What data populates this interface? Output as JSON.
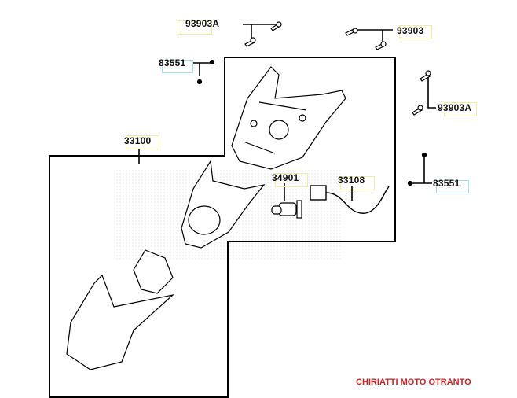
{
  "diagram": {
    "callouts": [
      {
        "part": "93903A",
        "highlight": "#f3ee9a"
      },
      {
        "part": "93903",
        "highlight": "#f3ee9a"
      },
      {
        "part": "83551",
        "highlight": "#9ee6ee"
      },
      {
        "part": "93903A",
        "highlight": "#f3ee9a"
      },
      {
        "part": "33100",
        "highlight": "#f3ee9a"
      },
      {
        "part": "34901",
        "highlight": "#f3ee9a"
      },
      {
        "part": "33108",
        "highlight": "#f3ee9a"
      },
      {
        "part": "83551",
        "highlight": "#9ee6ee"
      }
    ],
    "footer": "CHIRIATTI MOTO OTRANTO",
    "footer_color": "#d42020"
  }
}
